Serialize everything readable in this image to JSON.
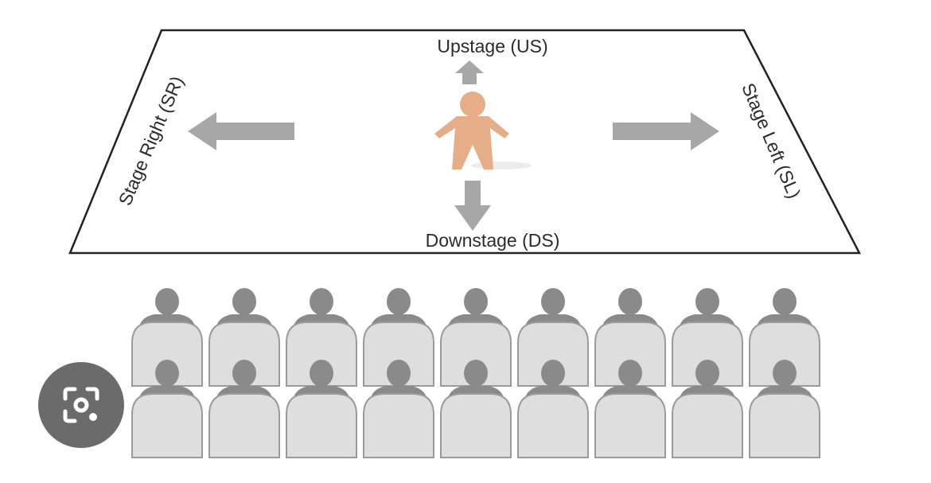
{
  "stage": {
    "upstage_label": "Upstage (US)",
    "downstage_label": "Downstage (DS)",
    "stage_right_label": "Stage Right (SR)",
    "stage_left_label": "Stage Left (SL)"
  },
  "audience": {
    "rows": 2,
    "seats_per_row": 9
  },
  "icons": {
    "actor": "actor-figure-icon",
    "audience_member": "audience-member-icon",
    "arrow": "direction-arrow-icon",
    "lens_button": "image-search-camera-icon"
  },
  "colors": {
    "stage_outline": "#222222",
    "arrow": "#a7a7a7",
    "actor": "#e5ae88",
    "audience_head": "#8a8a8a",
    "audience_body": "#dedede",
    "lens_button_bg": "#6b6b6b"
  }
}
